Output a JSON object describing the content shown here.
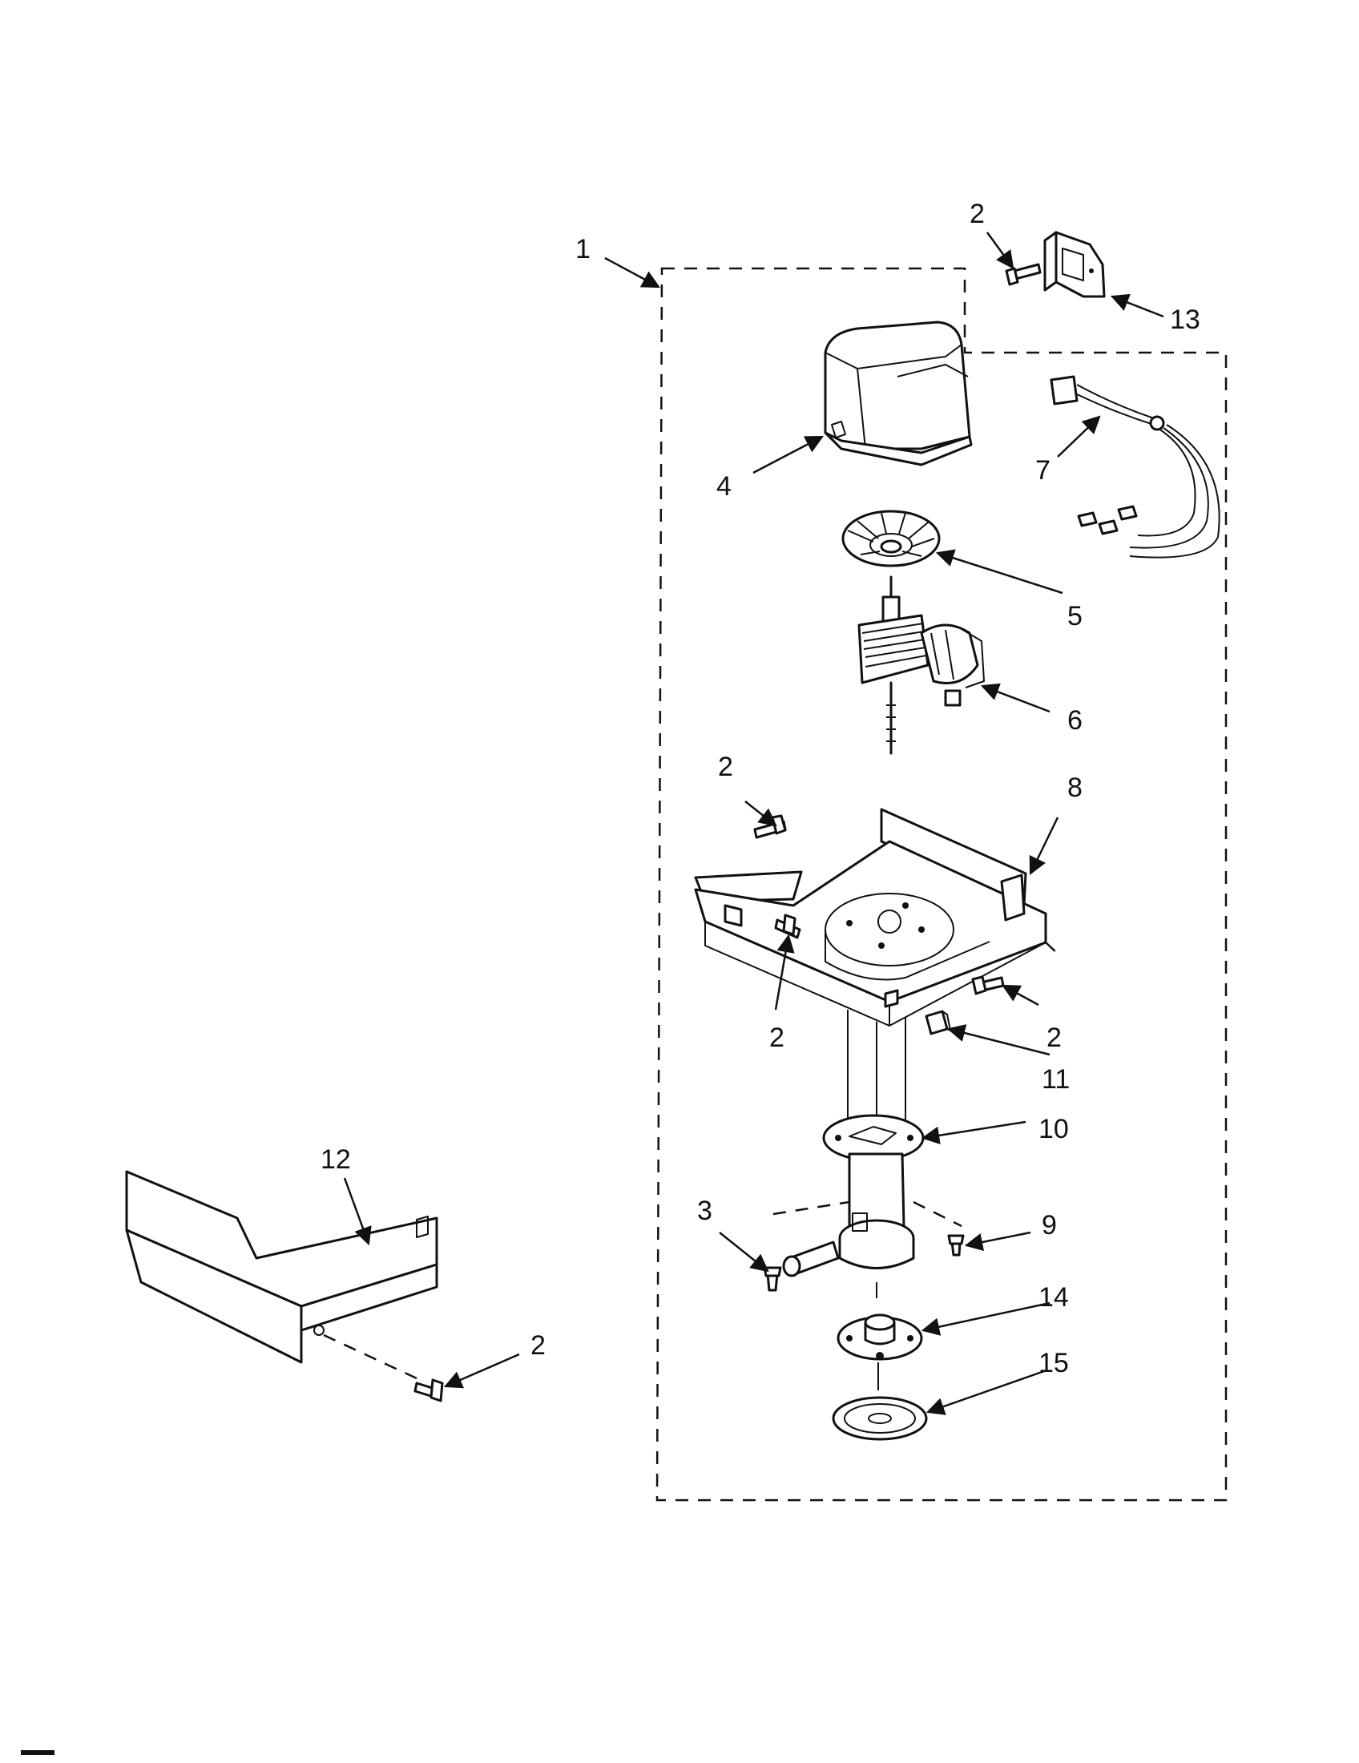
{
  "callouts": [
    {
      "id": "c1",
      "text": "1"
    },
    {
      "id": "c2a",
      "text": "2"
    },
    {
      "id": "c13",
      "text": "13"
    },
    {
      "id": "c7",
      "text": "7"
    },
    {
      "id": "c4",
      "text": "4"
    },
    {
      "id": "c5",
      "text": "5"
    },
    {
      "id": "c6",
      "text": "6"
    },
    {
      "id": "c2b",
      "text": "2"
    },
    {
      "id": "c8",
      "text": "8"
    },
    {
      "id": "c2c",
      "text": "2"
    },
    {
      "id": "c2d",
      "text": "2"
    },
    {
      "id": "c11",
      "text": "11"
    },
    {
      "id": "c10",
      "text": "10"
    },
    {
      "id": "c12",
      "text": "12"
    },
    {
      "id": "c3",
      "text": "3"
    },
    {
      "id": "c9",
      "text": "9"
    },
    {
      "id": "c14",
      "text": "14"
    },
    {
      "id": "c2e",
      "text": "2"
    },
    {
      "id": "c15",
      "text": "15"
    }
  ]
}
